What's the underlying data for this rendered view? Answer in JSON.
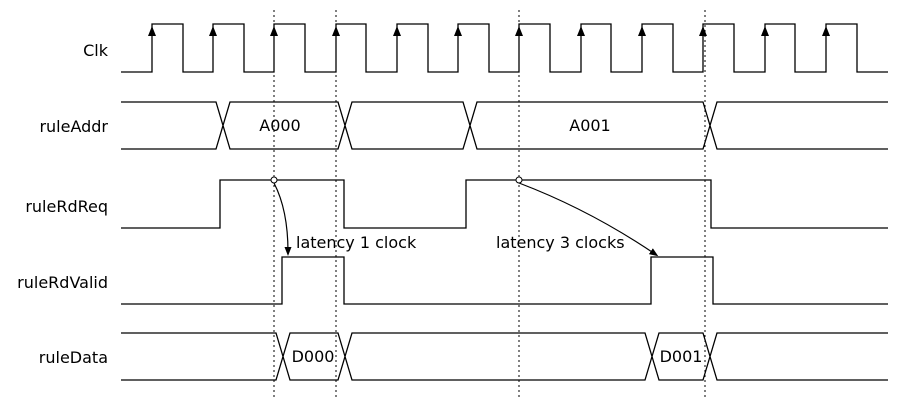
{
  "signals": {
    "clk": "Clk",
    "rule_addr": "ruleAddr",
    "rule_rd_req": "ruleRdReq",
    "rule_rd_valid": "ruleRdValid",
    "rule_data": "ruleData"
  },
  "bus_values": {
    "addr_0": "A000",
    "addr_1": "A001",
    "data_0": "D000",
    "data_1": "D001"
  },
  "annotations": {
    "latency_1": "latency 1 clock",
    "latency_3": "latency 3 clocks"
  }
}
